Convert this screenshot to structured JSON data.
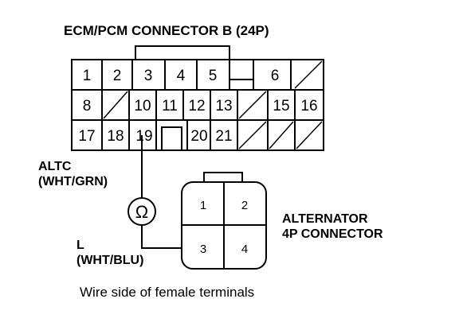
{
  "connector_title": "ECM/PCM CONNECTOR B (24P)",
  "ecm_pins": {
    "row1": [
      "1",
      "2",
      "3",
      "4",
      "5",
      "6"
    ],
    "row2": [
      "8",
      "10",
      "11",
      "12",
      "13",
      "15",
      "16"
    ],
    "row3": [
      "17",
      "18",
      "19",
      "20",
      "21"
    ]
  },
  "altc_label": {
    "line1": "ALTC",
    "line2": "(WHT/GRN)"
  },
  "l_label": {
    "line1": "L",
    "line2": "(WHT/BLU)"
  },
  "ohmmeter_symbol": "Ω",
  "alternator_label": {
    "line1": "ALTERNATOR",
    "line2": "4P CONNECTOR"
  },
  "alt_pins": [
    "1",
    "2",
    "3",
    "4"
  ],
  "caption": "Wire side of female terminals"
}
